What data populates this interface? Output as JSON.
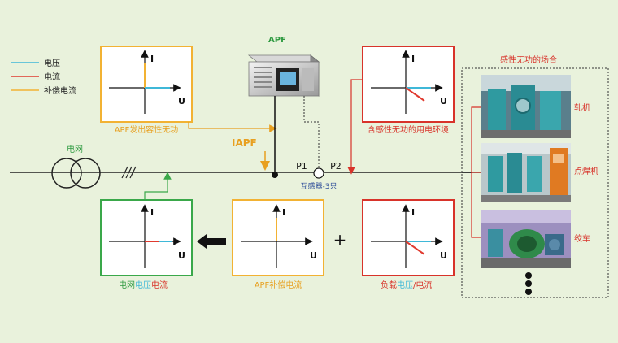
{
  "legend": {
    "voltage": "电压",
    "current": "电流",
    "compensation": "补偿电流"
  },
  "apf": {
    "label": "APF",
    "capacitive_caption": "APF发出容性无功",
    "iapf_label": "IAPF",
    "compensation_caption": "APF补偿电流"
  },
  "grid": {
    "label": "电网",
    "caption_part1": "电网",
    "caption_part2": "电压",
    "caption_part3": "电流"
  },
  "ct": {
    "p1": "P1",
    "p2": "P2",
    "caption": "互感器-3只"
  },
  "inductive": {
    "caption": "含感性无功的用电环境"
  },
  "load": {
    "caption_part1": "负载",
    "caption_part2": "电压",
    "caption_part3": "/电流"
  },
  "scenarios": {
    "title": "感性无功的场合",
    "items": [
      "轧机",
      "点焊机",
      "绞车"
    ]
  },
  "axes": {
    "i": "I",
    "u": "U"
  },
  "plus": "+",
  "colors": {
    "voltage": "#3fb8d8",
    "current": "#e03a2f",
    "compensation": "#f2b233",
    "grid_box": "#3aa84a",
    "apf_box": "#f2b233",
    "load_box": "#d8332a",
    "caption_red": "#d8332a",
    "caption_orange": "#e8a020",
    "caption_green": "#2e9a40"
  }
}
